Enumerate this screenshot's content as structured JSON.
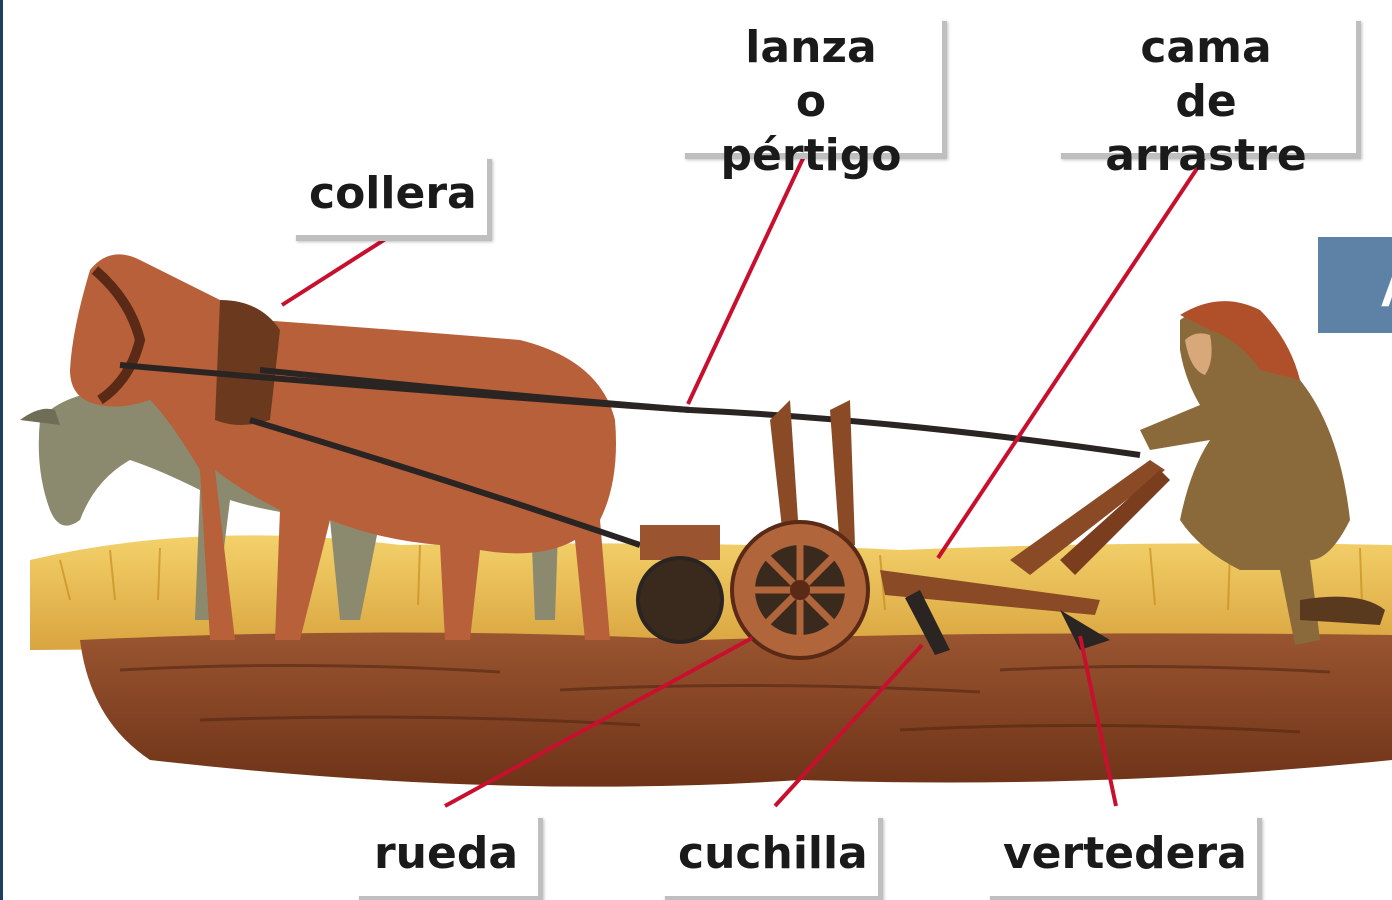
{
  "labels": {
    "collera": "collera",
    "lanza_line1": "lanza",
    "lanza_line2": "o pértigo",
    "cama_line1": "cama",
    "cama_line2": "de arrastre",
    "rueda": "rueda",
    "cuchilla": "cuchilla",
    "vertedera": "vertedera"
  },
  "slide_tab": {
    "text": "A"
  },
  "colors": {
    "leader_line": "#c8102e",
    "slide_tab": "#5e82a6",
    "frame": "#1f3d63",
    "soil": "#7a3e1f",
    "wheat": "#e8b43a",
    "horse": "#b8603a",
    "wood": "#8a4a26"
  }
}
